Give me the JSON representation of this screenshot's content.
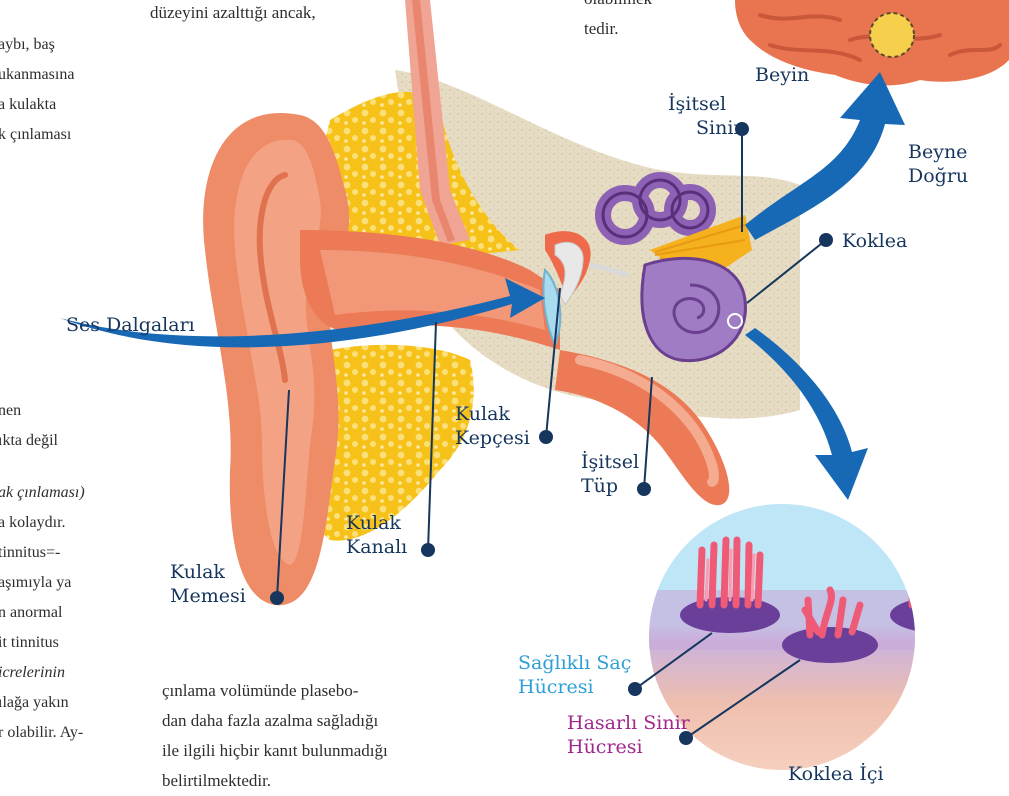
{
  "left_column": {
    "lines_a": [
      "aybı, baş",
      "ukanmasına",
      "a kulakta",
      "k çınlaması"
    ],
    "lines_b": [
      "nen",
      "ıkta değil"
    ],
    "lines_c": [
      "ak çınlaması)",
      "a kolaydır.",
      "tinnitus=-",
      "aşımıyla ya",
      "n anormal",
      "it tinnitus",
      "icrelerinin",
      "ılağa yakın",
      "r olabilir. Ay-"
    ]
  },
  "top_text": {
    "line1": "düzeyini azalttığı ancak,",
    "right_lines": [
      "olabilmek",
      "tedir."
    ]
  },
  "bottom_text": {
    "lines": [
      "çınlama volümünde plasebo-",
      "dan daha fazla azalma sağladığı",
      "ile ilgili hiçbir kanıt bulunmadığı",
      "belirtilmektedir."
    ]
  },
  "labels": {
    "ses_dalgalari": "Ses Dalgaları",
    "kulak_memesi": [
      "Kulak",
      "Memesi"
    ],
    "kulak_kanali": [
      "Kulak",
      "Kanalı"
    ],
    "kulak_kepcesi": [
      "Kulak",
      "Kepçesi"
    ],
    "isitsel_tup": [
      "İşitsel",
      "Tüp"
    ],
    "isitsel_sinir": [
      "İşitsel",
      "Sinir"
    ],
    "beyin": "Beyin",
    "beyne_dogru": [
      "Beyne",
      "Doğru"
    ],
    "koklea": "Koklea",
    "saglikli_sac_hucresi": [
      "Sağlıklı Saç",
      "Hücresi"
    ],
    "hasarli_sinir_hucresi": [
      "Hasarlı Sinir",
      "Hücresi"
    ],
    "koklea_ici": "Koklea İçi"
  },
  "colors": {
    "label_navy": "#16365e",
    "label_pink": "#a0278c",
    "label_cyan": "#2f9ed6",
    "arrow_blue": "#1769b5",
    "ear_skin": "#ef8c68",
    "fat_yellow": "#f9c51b",
    "bone_beige": "#e8dcc4",
    "cochlea_purple": "#9f7cc4"
  },
  "icons": [
    "brain-icon",
    "arrow-icon",
    "cochlea-icon",
    "hair-cell-icon"
  ]
}
